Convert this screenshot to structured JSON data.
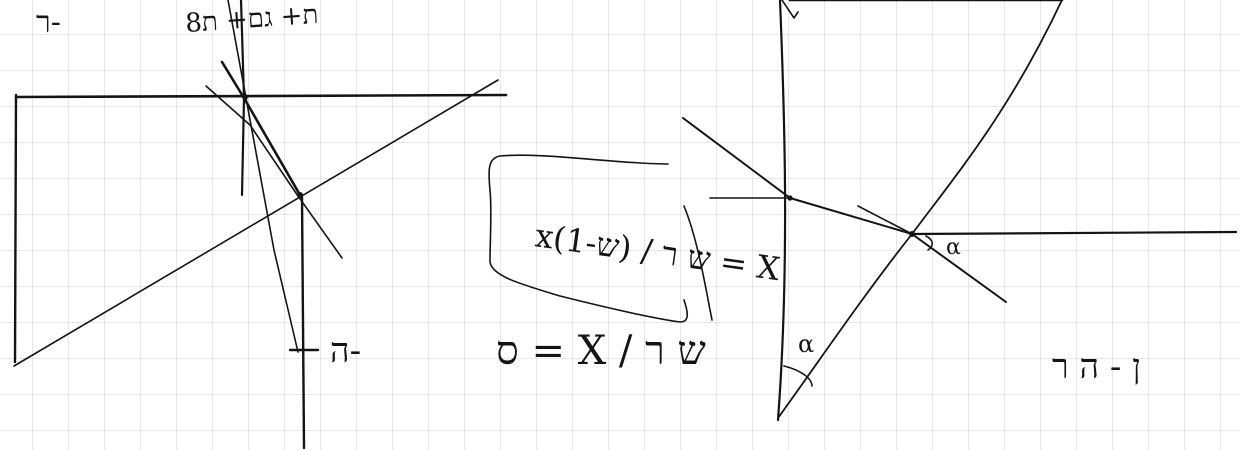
{
  "page": {
    "background": "#ffffff",
    "grid_color": "#cfcfcf",
    "ink_color": "#141414",
    "grid_lines": true
  },
  "left_figure": {
    "top_label_1": "ר-",
    "top_label_2": "ת+ גם+ ת8",
    "point_label": "ה-"
  },
  "middle_figure": {
    "boxed_equation": "x(1-ש) / ש ר = X",
    "equation": "ס = X / ש ר"
  },
  "right_figure": {
    "angle_label_right": "α",
    "angle_label_lower": "α",
    "note": "ן - ה ר"
  }
}
